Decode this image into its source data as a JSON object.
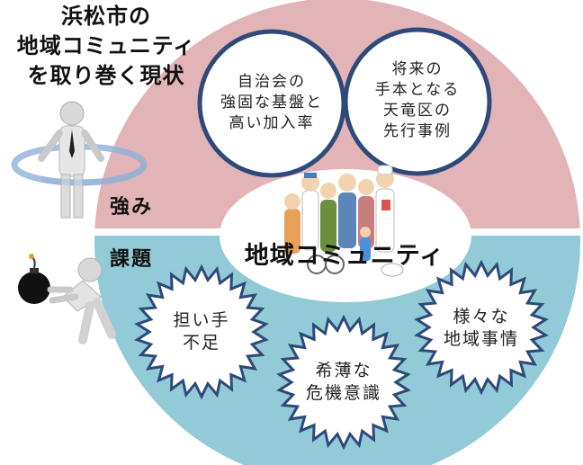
{
  "title": {
    "line1": "浜松市の",
    "line2": "地域コミュニティ",
    "line3": "を取り巻く現状"
  },
  "strengths": {
    "label": "強み",
    "items": [
      {
        "line1": "自治会の",
        "line2": "強固な基盤と",
        "line3": "高い加入率"
      },
      {
        "line1": "将来の",
        "line2": "手本となる",
        "line3": "天竜区の",
        "line4": "先行事例"
      }
    ]
  },
  "issues": {
    "label": "課題",
    "items": [
      {
        "line1": "担い手",
        "line2": "不足"
      },
      {
        "line1": "希薄な",
        "line2": "危機意識"
      },
      {
        "line1": "様々な",
        "line2": "地域事情"
      }
    ]
  },
  "center": {
    "label": "地域コミュニティ"
  },
  "colors": {
    "strength_band": "#e2b4b8",
    "issue_band": "#93cad8",
    "circle_border": "#2e4a7a",
    "white": "#ffffff"
  },
  "icons": [
    "person-with-ring-icon",
    "person-pushing-bomb-icon",
    "community-people-illustration"
  ]
}
